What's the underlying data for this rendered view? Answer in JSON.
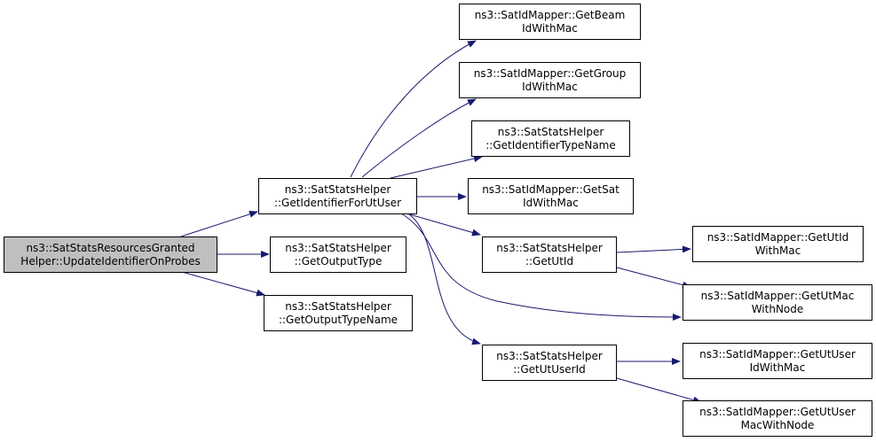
{
  "colors": {
    "edge": "#191970",
    "node_border": "#000000",
    "root_fill": "#bfbfbf",
    "node_fill": "#ffffff"
  },
  "nodes": {
    "root": {
      "line1": "ns3::SatStatsResourcesGranted",
      "line2": "Helper::UpdateIdentifierOnProbes"
    },
    "get_identifier_for_ut_user": {
      "line1": "ns3::SatStatsHelper",
      "line2": "::GetIdentifierForUtUser"
    },
    "get_output_type": {
      "line1": "ns3::SatStatsHelper",
      "line2": "::GetOutputType"
    },
    "get_output_type_name": {
      "line1": "ns3::SatStatsHelper",
      "line2": "::GetOutputTypeName"
    },
    "get_beam_id_with_mac": {
      "line1": "ns3::SatIdMapper::GetBeam",
      "line2": "IdWithMac"
    },
    "get_group_id_with_mac": {
      "line1": "ns3::SatIdMapper::GetGroup",
      "line2": "IdWithMac"
    },
    "get_identifier_type_name": {
      "line1": "ns3::SatStatsHelper",
      "line2": "::GetIdentifierTypeName"
    },
    "get_sat_id_with_mac": {
      "line1": "ns3::SatIdMapper::GetSat",
      "line2": "IdWithMac"
    },
    "get_ut_id": {
      "line1": "ns3::SatStatsHelper",
      "line2": "::GetUtId"
    },
    "get_ut_user_id": {
      "line1": "ns3::SatStatsHelper",
      "line2": "::GetUtUserId"
    },
    "get_ut_id_with_mac": {
      "line1": "ns3::SatIdMapper::GetUtId",
      "line2": "WithMac"
    },
    "get_ut_mac_with_node": {
      "line1": "ns3::SatIdMapper::GetUtMac",
      "line2": "WithNode"
    },
    "get_ut_user_id_with_mac": {
      "line1": "ns3::SatIdMapper::GetUtUser",
      "line2": "IdWithMac"
    },
    "get_ut_user_mac_with_node": {
      "line1": "ns3::SatIdMapper::GetUtUser",
      "line2": "MacWithNode"
    }
  }
}
